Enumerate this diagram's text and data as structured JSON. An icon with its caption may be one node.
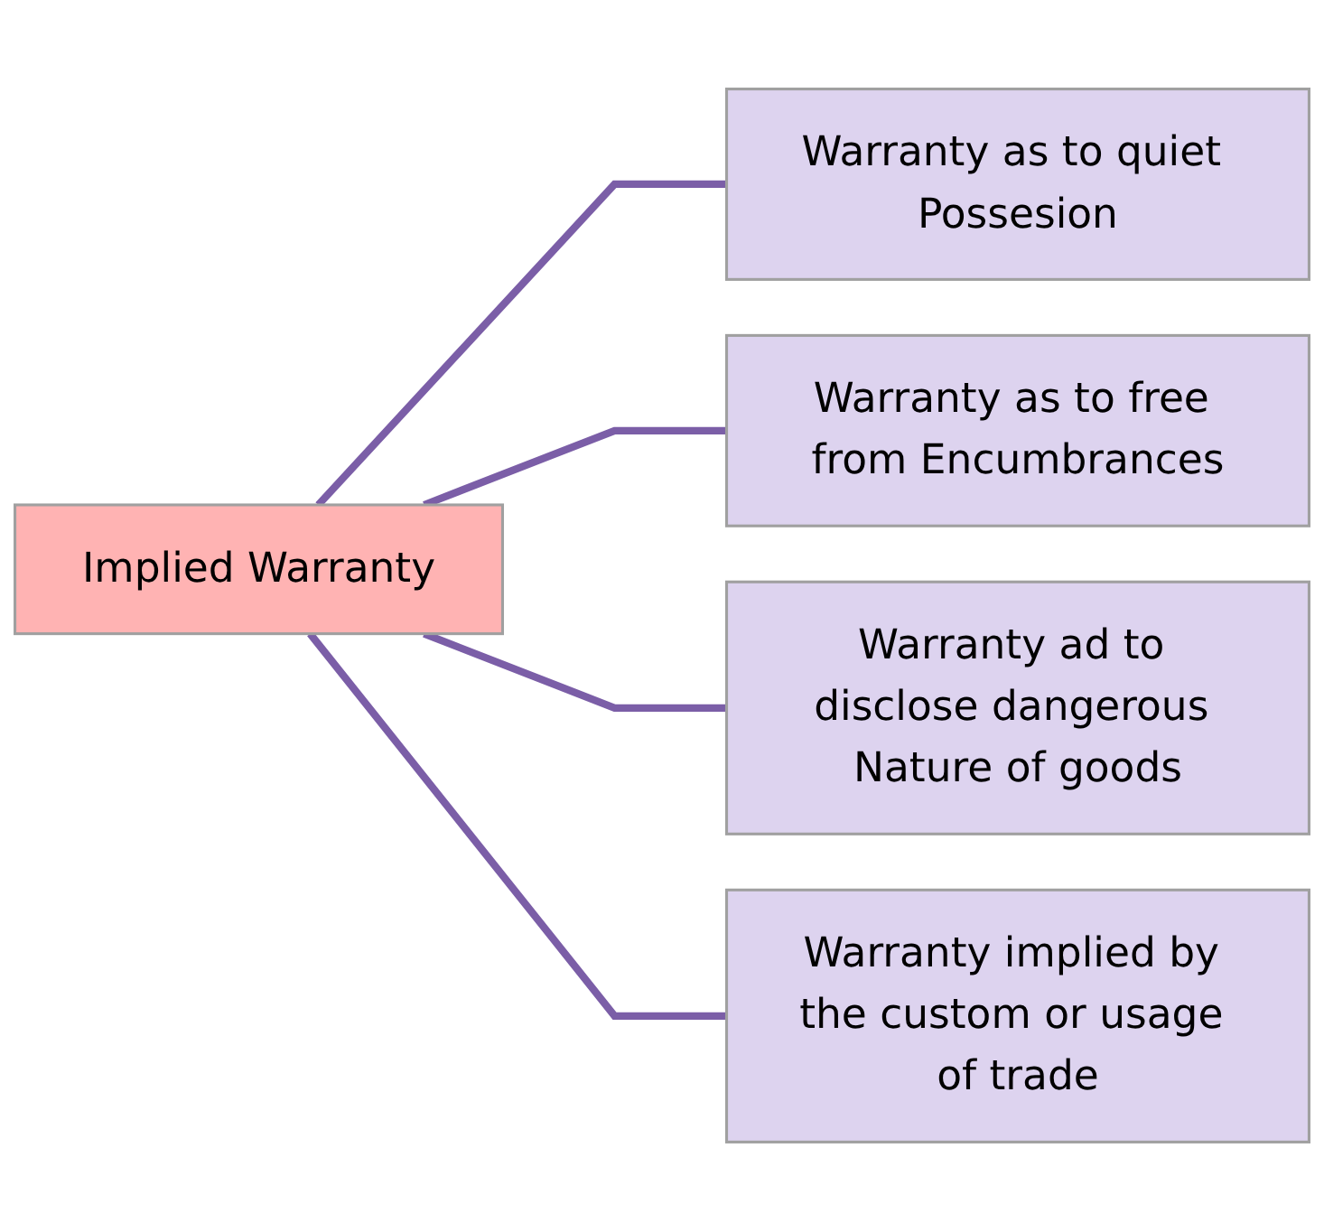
{
  "diagram": {
    "nodes": [
      {
        "text": [
          "Implied Warranty"
        ]
      },
      {
        "text": [
          "Warranty as to quiet Possesion"
        ]
      },
      {
        "text": [
          "Warranty as to free from Encumbrances"
        ]
      },
      {
        "text": [
          "Warranty ad to disclose dangerous Nature of goods"
        ]
      },
      {
        "text": [
          "Warranty implied by the custom or usage of trade"
        ]
      }
    ],
    "edges": [
      {
        "from": 0,
        "to": 1,
        "arrow": "none"
      },
      {
        "from": 0,
        "to": 2,
        "arrow": "none"
      },
      {
        "from": 0,
        "to": 3,
        "arrow": "none"
      },
      {
        "from": 0,
        "to": 4,
        "arrow": "none"
      }
    ]
  }
}
